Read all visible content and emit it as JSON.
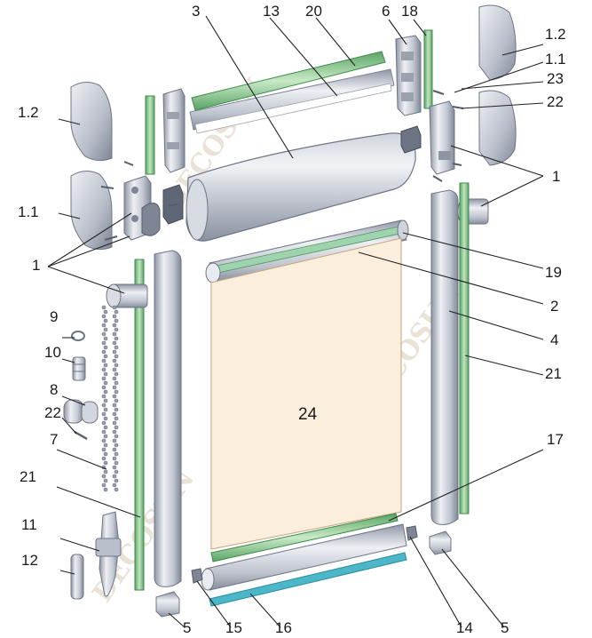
{
  "diagram": {
    "callouts": [
      {
        "id": "c3",
        "text": "3"
      },
      {
        "id": "c13",
        "text": "13"
      },
      {
        "id": "c20",
        "text": "20"
      },
      {
        "id": "c6",
        "text": "6"
      },
      {
        "id": "c18",
        "text": "18"
      },
      {
        "id": "c1_2r",
        "text": "1.2"
      },
      {
        "id": "c1_1r",
        "text": "1.1"
      },
      {
        "id": "c23",
        "text": "23"
      },
      {
        "id": "c22r",
        "text": "22"
      },
      {
        "id": "c1_2l",
        "text": "1.2"
      },
      {
        "id": "c1_1l",
        "text": "1.1"
      },
      {
        "id": "c1r",
        "text": "1"
      },
      {
        "id": "c1l",
        "text": "1"
      },
      {
        "id": "c19",
        "text": "19"
      },
      {
        "id": "c2",
        "text": "2"
      },
      {
        "id": "c4",
        "text": "4"
      },
      {
        "id": "c21r",
        "text": "21"
      },
      {
        "id": "c9",
        "text": "9"
      },
      {
        "id": "c10",
        "text": "10"
      },
      {
        "id": "c8",
        "text": "8"
      },
      {
        "id": "c22l",
        "text": "22"
      },
      {
        "id": "c7",
        "text": "7"
      },
      {
        "id": "c21l",
        "text": "21"
      },
      {
        "id": "c24",
        "text": "24"
      },
      {
        "id": "c17",
        "text": "17"
      },
      {
        "id": "c11",
        "text": "11"
      },
      {
        "id": "c12",
        "text": "12"
      },
      {
        "id": "c5l",
        "text": "5"
      },
      {
        "id": "c15",
        "text": "15"
      },
      {
        "id": "c16",
        "text": "16"
      },
      {
        "id": "c14",
        "text": "14"
      },
      {
        "id": "c5r",
        "text": "5"
      }
    ],
    "watermark": "DECOSUN",
    "colors": {
      "fabric": "#fbeedd",
      "metal_light": "#e6e9ef",
      "metal_mid": "#b9bfcb",
      "metal_dark": "#8d94a3",
      "seal_green": "#a9d6a8",
      "seal_green_dark": "#4f9a5a",
      "teal_strip": "#4bb7c9"
    }
  }
}
